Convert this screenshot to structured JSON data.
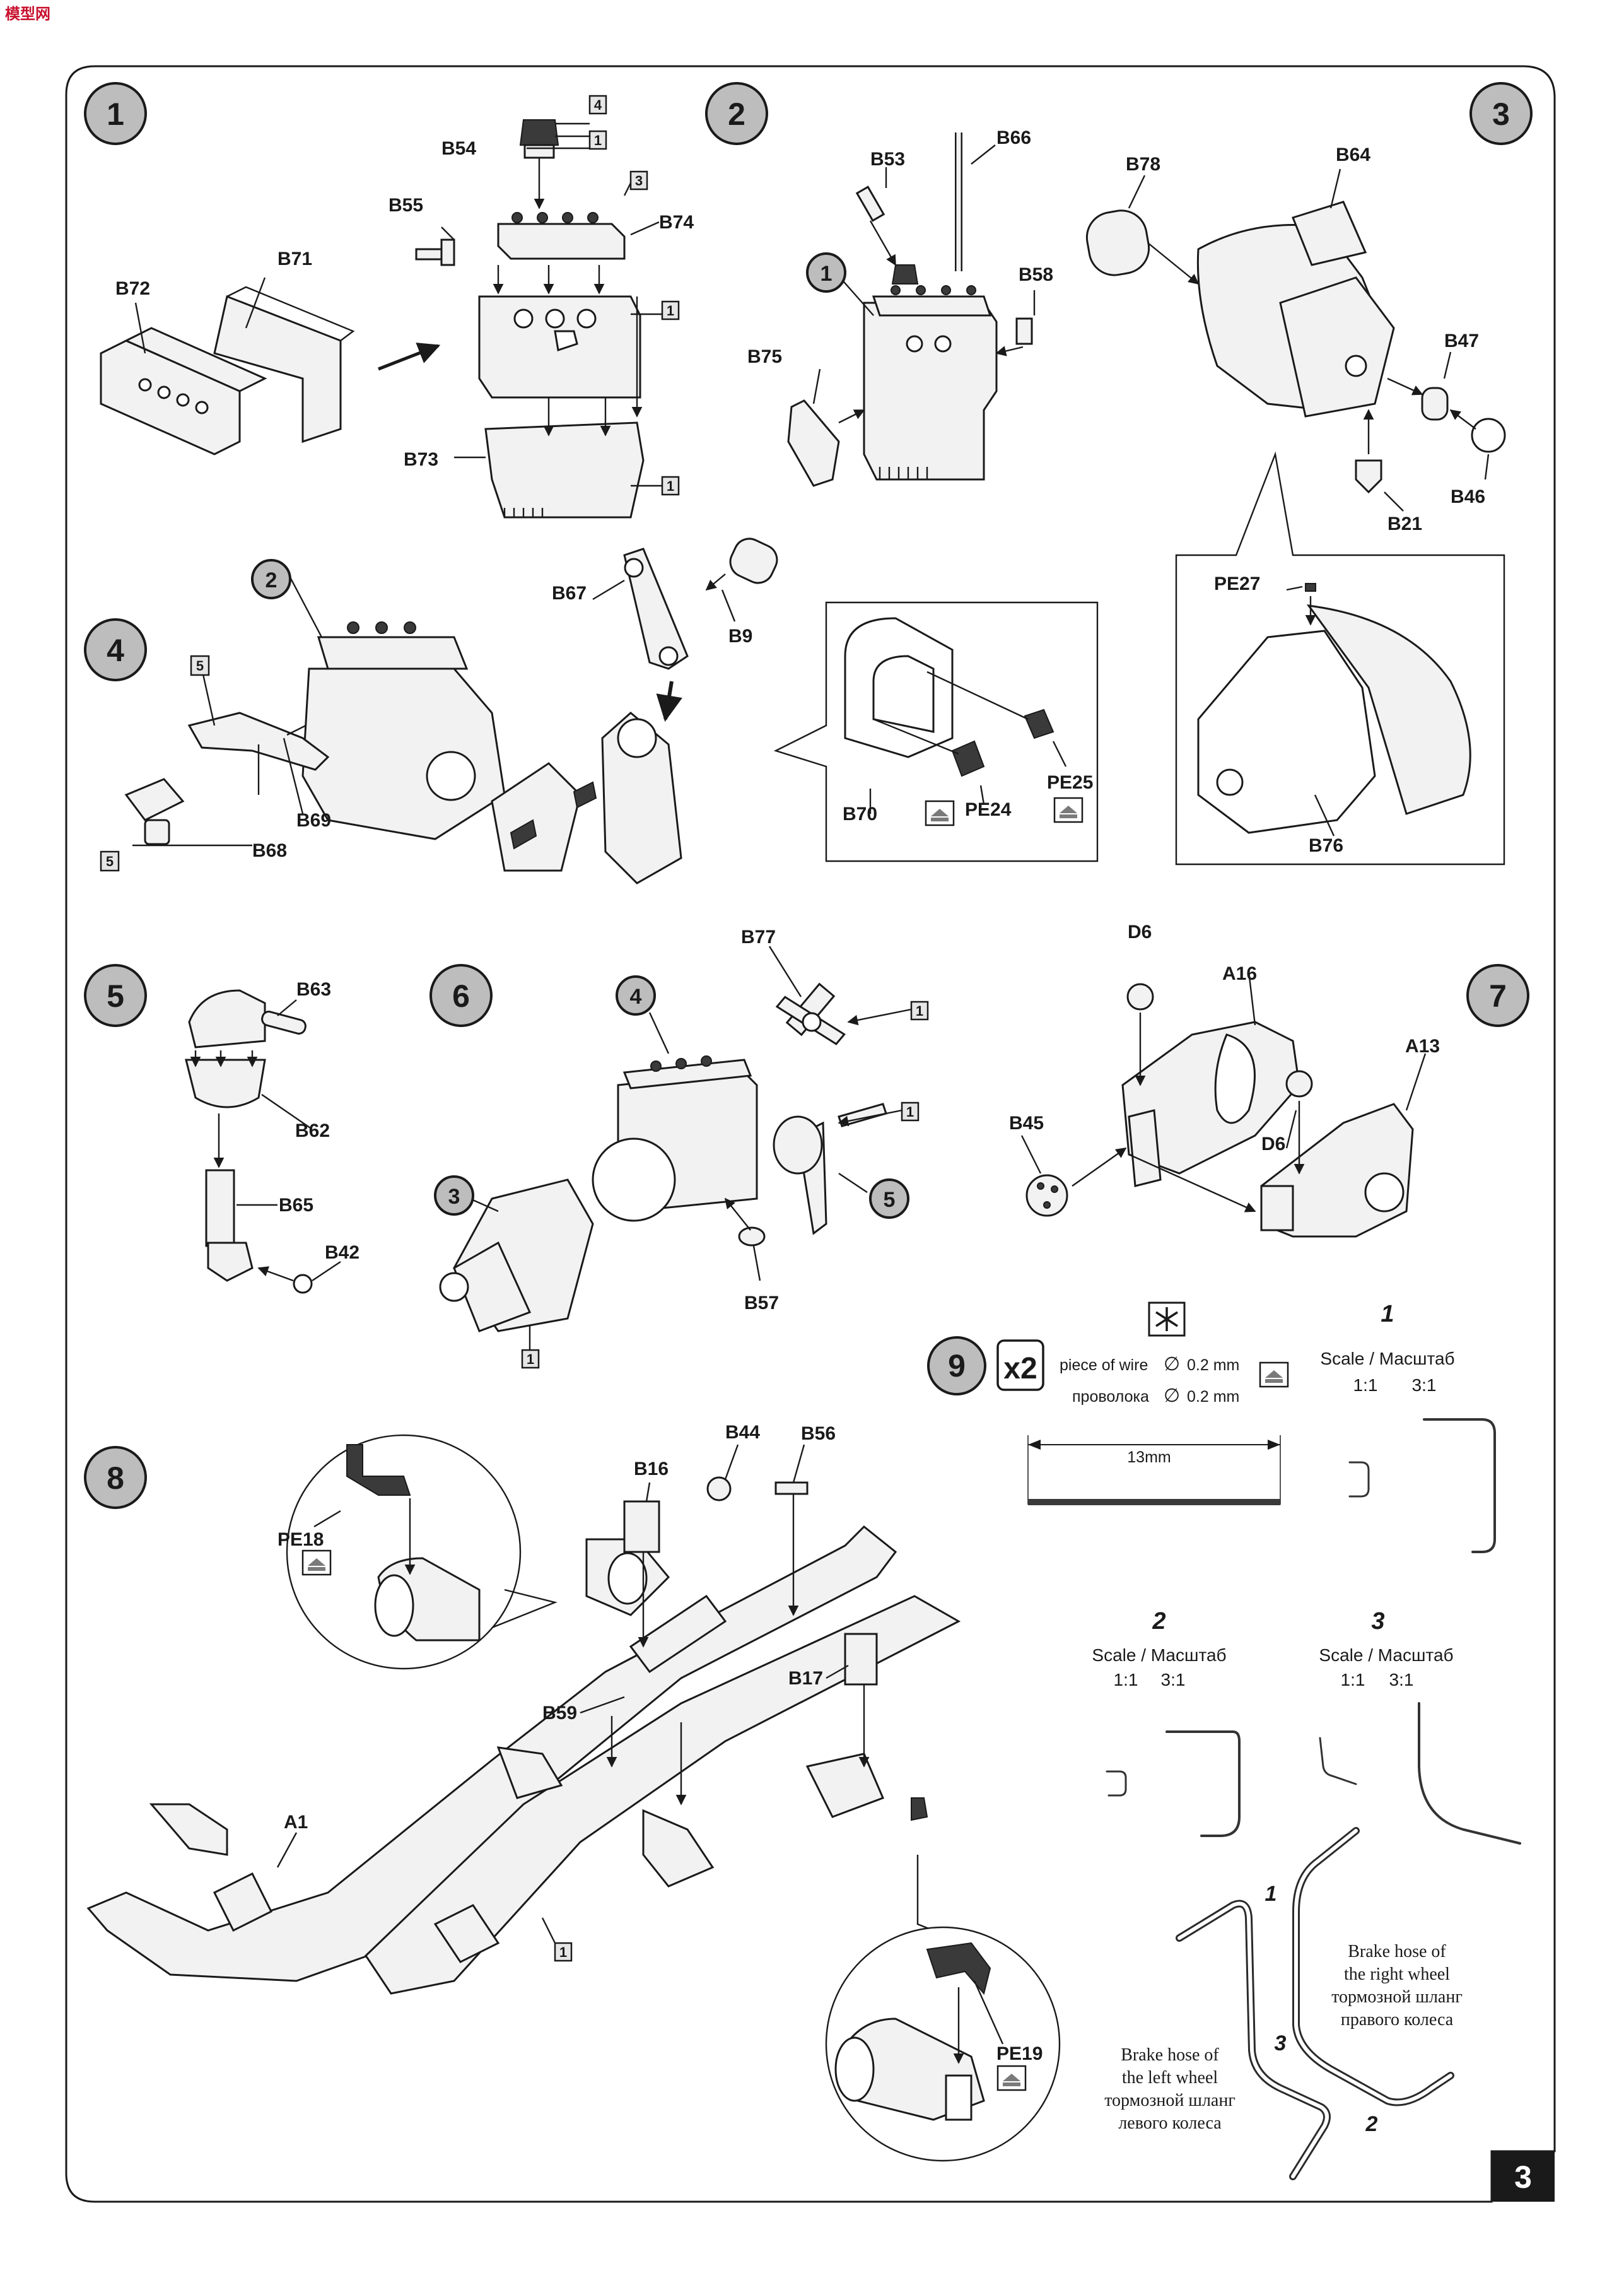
{
  "site_logo": "模型网",
  "page_number": "3",
  "steps": [
    {
      "id": "s1",
      "number": "1"
    },
    {
      "id": "s2",
      "number": "2"
    },
    {
      "id": "s3",
      "number": "3"
    },
    {
      "id": "s4",
      "number": "4"
    },
    {
      "id": "s5",
      "number": "5"
    },
    {
      "id": "s6",
      "number": "6"
    },
    {
      "id": "s7",
      "number": "7"
    },
    {
      "id": "s8",
      "number": "8"
    },
    {
      "id": "s9",
      "number": "9"
    }
  ],
  "step1": {
    "parts": [
      "B54",
      "B55",
      "B74",
      "B71",
      "B72",
      "B73"
    ],
    "boxes": [
      "4",
      "1",
      "3",
      "1",
      "1"
    ]
  },
  "step2": {
    "parts": [
      "B53",
      "B66",
      "B58",
      "B75"
    ],
    "ref": "1"
  },
  "step3": {
    "parts": [
      "B78",
      "B64",
      "B47",
      "B46",
      "B21",
      "PE27",
      "B76"
    ]
  },
  "step4": {
    "parts": [
      "B67",
      "B9",
      "B69",
      "B68",
      "B70",
      "PE24",
      "PE25"
    ],
    "ref": "2",
    "boxes": [
      "5",
      "5"
    ]
  },
  "step5": {
    "parts": [
      "B63",
      "B62",
      "B65",
      "B42"
    ]
  },
  "step6": {
    "parts": [
      "B77",
      "B57"
    ],
    "refs": [
      "4",
      "5",
      "3"
    ],
    "boxes": [
      "1",
      "1",
      "1"
    ]
  },
  "step7": {
    "parts": [
      "D6",
      "A16",
      "A13",
      "B45",
      "D6"
    ]
  },
  "step8": {
    "parts": [
      "PE18",
      "B44",
      "B56",
      "B16",
      "B59",
      "B17",
      "A1",
      "PE19"
    ],
    "boxes": [
      "1"
    ]
  },
  "step9": {
    "multiplier": "x2",
    "wire_en": "piece of  wire",
    "wire_ru": "проволока",
    "diameter_symbol": "∅",
    "diameter": "0.2 mm",
    "length": "13mm",
    "variants": [
      {
        "label": "1",
        "scale": "Scale  /  Масштаб",
        "ratio_a": "1:1",
        "ratio_b": "3:1"
      },
      {
        "label": "2",
        "scale": "Scale  /  Масштаб",
        "ratio_a": "1:1",
        "ratio_b": "3:1"
      },
      {
        "label": "3",
        "scale": "Scale  /  Масштаб",
        "ratio_a": "1:1",
        "ratio_b": "3:1"
      }
    ],
    "hose_right": [
      "Brake hose of",
      "the right wheel",
      "тормозной шланг",
      "правого колеса"
    ],
    "hose_left": [
      "Brake hose of",
      "the left wheel",
      "тормозной шланг",
      "левого колеса"
    ],
    "hose_marks": [
      "1",
      "3",
      "2"
    ]
  },
  "icons": {
    "etched": "photo-etch-icon",
    "glue": "glue-asterisk-icon"
  }
}
